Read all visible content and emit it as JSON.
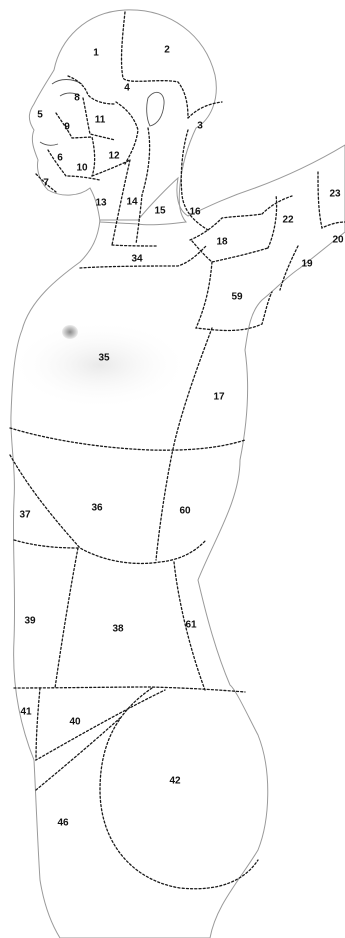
{
  "diagram": {
    "regions": [
      {
        "id": "r1",
        "label": "1"
      },
      {
        "id": "r2",
        "label": "2"
      },
      {
        "id": "r3",
        "label": "3"
      },
      {
        "id": "r4",
        "label": "4"
      },
      {
        "id": "r5",
        "label": "5"
      },
      {
        "id": "r6",
        "label": "6"
      },
      {
        "id": "r7",
        "label": "7"
      },
      {
        "id": "r8",
        "label": "8"
      },
      {
        "id": "r9",
        "label": "9"
      },
      {
        "id": "r10",
        "label": "10"
      },
      {
        "id": "r11",
        "label": "11"
      },
      {
        "id": "r12",
        "label": "12"
      },
      {
        "id": "r13",
        "label": "13"
      },
      {
        "id": "r14",
        "label": "14"
      },
      {
        "id": "r15",
        "label": "15"
      },
      {
        "id": "r16",
        "label": "16"
      },
      {
        "id": "r17",
        "label": "17"
      },
      {
        "id": "r18",
        "label": "18"
      },
      {
        "id": "r19",
        "label": "19"
      },
      {
        "id": "r20",
        "label": "20"
      },
      {
        "id": "r22",
        "label": "22"
      },
      {
        "id": "r23",
        "label": "23"
      },
      {
        "id": "r34",
        "label": "34"
      },
      {
        "id": "r35",
        "label": "35"
      },
      {
        "id": "r36",
        "label": "36"
      },
      {
        "id": "r37",
        "label": "37"
      },
      {
        "id": "r38",
        "label": "38"
      },
      {
        "id": "r39",
        "label": "39"
      },
      {
        "id": "r40",
        "label": "40"
      },
      {
        "id": "r41",
        "label": "41"
      },
      {
        "id": "r42",
        "label": "42"
      },
      {
        "id": "r46",
        "label": "46"
      },
      {
        "id": "r59",
        "label": "59"
      },
      {
        "id": "r60",
        "label": "60"
      },
      {
        "id": "r61",
        "label": "61"
      }
    ]
  }
}
